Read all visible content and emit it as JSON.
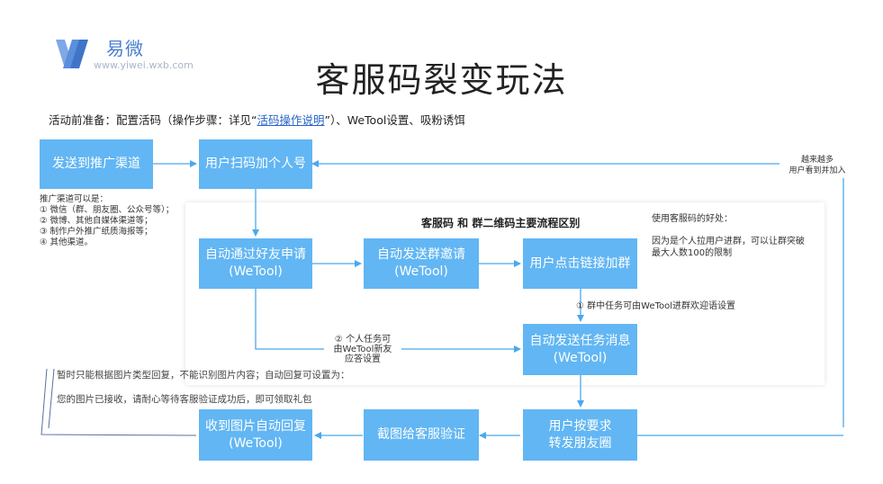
{
  "logo": {
    "name": "易微",
    "url": "www.yiwei.wxb.com"
  },
  "title": "客服码裂变玩法",
  "prep": {
    "prefix": "活动前准备：配置活码（操作步骤：详见“",
    "link": "活码操作说明",
    "suffix": "”）、WeTool设置、吸粉诱饵"
  },
  "panel": {
    "title": "客服码 和 群二维码主要流程区别"
  },
  "boxes": {
    "send_channel": {
      "line1": "发送到推广渠道"
    },
    "scan_add": {
      "line1": "用户扫码加个人号"
    },
    "auto_accept": {
      "line1": "自动通过好友申请",
      "line2": "(WeTool)"
    },
    "auto_invite": {
      "line1": "自动发送群邀请",
      "line2": "(WeTool)"
    },
    "click_join": {
      "line1": "用户点击链接加群"
    },
    "auto_task": {
      "line1": "自动发送任务消息",
      "line2": "(WeTool)"
    },
    "forward_moments": {
      "line1": "用户按要求",
      "line2": "转发朋友圈"
    },
    "screenshot_verify": {
      "line1": "截图给客服验证"
    },
    "auto_reply": {
      "line1": "收到图片自动回复",
      "line2": "(WeTool)"
    }
  },
  "notes": {
    "channels": [
      "推广渠道可以是：",
      "① 微信（群、朋友圈、公众号等）；",
      "② 微博、其他自媒体渠道等；",
      "③ 制作户外推广纸质海报等；",
      "④ 其他渠道。"
    ],
    "more_users": [
      "越来越多",
      "用户看到并加入"
    ],
    "benefit_title": "使用客服码的好处：",
    "benefit_body": [
      "因为是个人拉用户进群，可以让群突破",
      "最大人数100的限制"
    ],
    "group_task": "①  群中任务可由WeTool进群欢迎语设置",
    "personal_task": [
      "② 个人任务可",
      "由WeTool新友",
      "应答设置"
    ],
    "reply_limit": "暂时只能根据图片类型回复，不能识别图片内容；自动回复可设置为：",
    "reply_text": "您的图片已接收，请耐心等待客服验证成功后，即可领取礼包"
  },
  "colors": {
    "box": "#62b6f3",
    "arrow": "#4aa8ee",
    "logo": "#4a7fcf",
    "link": "#2a64c8"
  }
}
